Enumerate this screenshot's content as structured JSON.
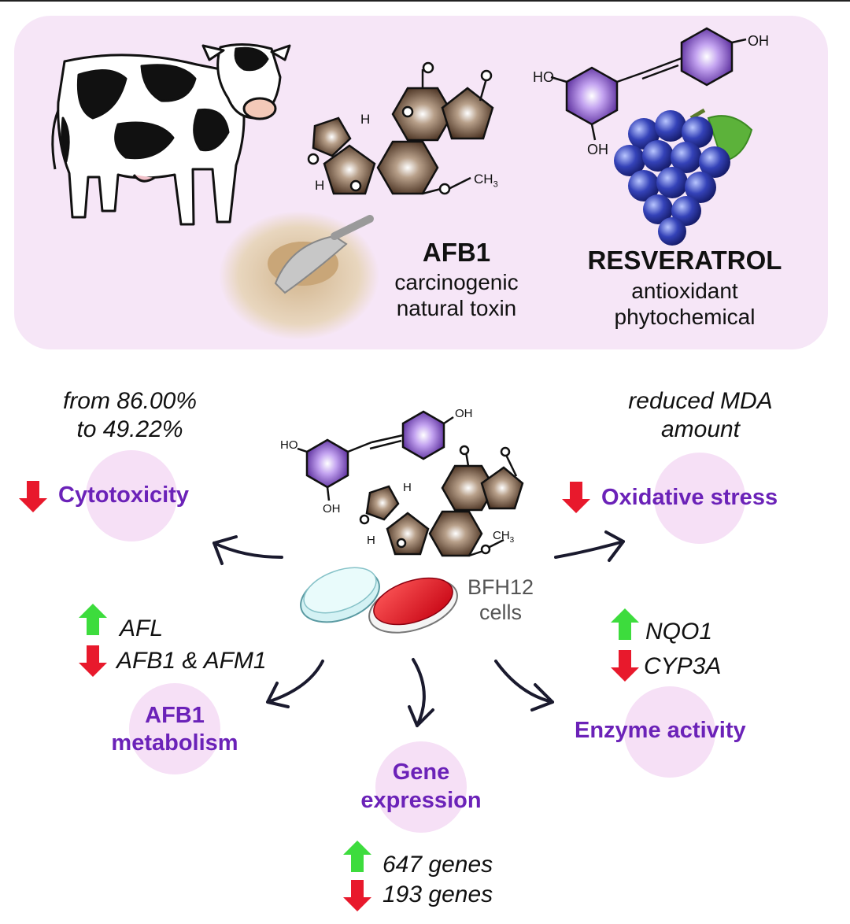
{
  "afb1": {
    "name": "AFB1",
    "line1": "carcinogenic",
    "line2": "natural toxin"
  },
  "resveratrol": {
    "name": "RESVERATROL",
    "line1": "antioxidant",
    "line2": "phytochemical"
  },
  "chem_labels": {
    "oh": "OH",
    "ho": "HO",
    "h": "H",
    "o": "O",
    "ch3": "CH",
    "sub3": "3"
  },
  "center": {
    "line1": "BFH12",
    "line2": "cells"
  },
  "cytotoxicity": {
    "label": "Cytotoxicity",
    "note_line1": "from 86.00%",
    "note_line2": "to 49.22%"
  },
  "oxidative": {
    "label": "Oxidative stress",
    "note_line1": "reduced MDA",
    "note_line2": "amount"
  },
  "metabolism": {
    "label_line1": "AFB1",
    "label_line2": "metabolism",
    "up_item": "AFL",
    "down_item": "AFB1 & AFM1"
  },
  "enzyme": {
    "label": "Enzyme activity",
    "up_item": "NQO1",
    "down_item": "CYP3A"
  },
  "gene": {
    "label_line1": "Gene",
    "label_line2": "expression",
    "up_item": "647 genes",
    "down_item": "193 genes"
  },
  "colors": {
    "up": "#3ddc3d",
    "down": "#e8192c",
    "category": "#6b22b8",
    "bubble": "#f6e0f6",
    "panel": "#f6e6f7"
  }
}
